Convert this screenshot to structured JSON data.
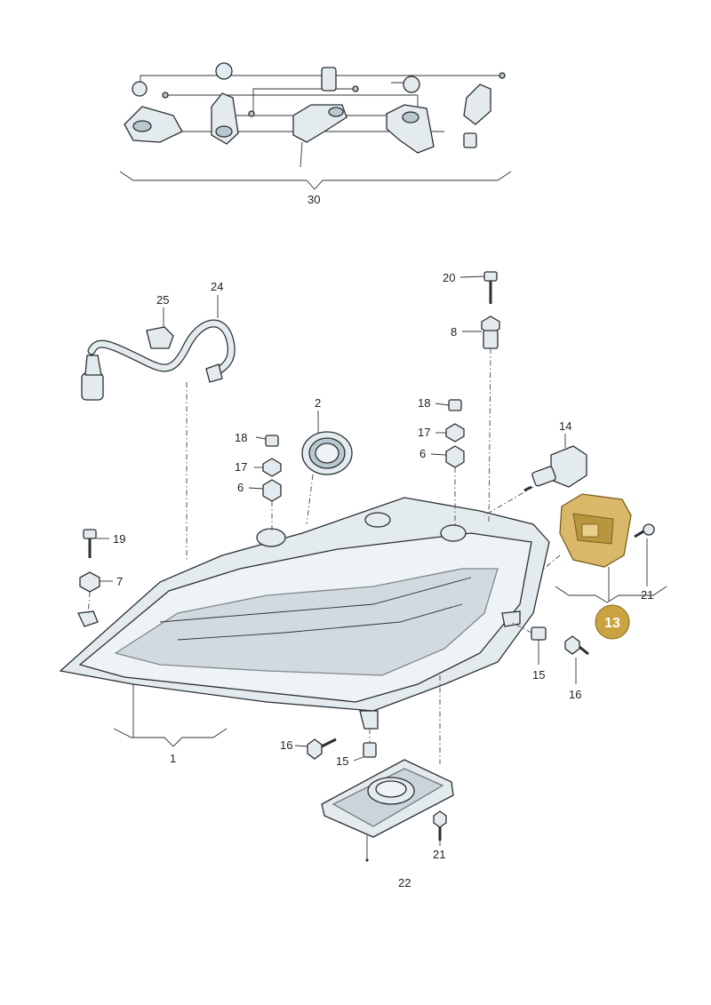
{
  "callouts": {
    "c30": "30",
    "c24": "24",
    "c25": "25",
    "c20": "20",
    "c8": "8",
    "c2": "2",
    "c18a": "18",
    "c17a": "17",
    "c6a": "6",
    "c18b": "18",
    "c17b": "17",
    "c6b": "6",
    "c14": "14",
    "c19": "19",
    "c7": "7",
    "c21a": "21",
    "c13": "13",
    "c15a": "15",
    "c16a": "16",
    "c1": "1",
    "c16b": "16",
    "c15b": "15",
    "c21b": "21",
    "c22": "22"
  },
  "highlight": {
    "part": "13",
    "color": "#c9a241"
  }
}
